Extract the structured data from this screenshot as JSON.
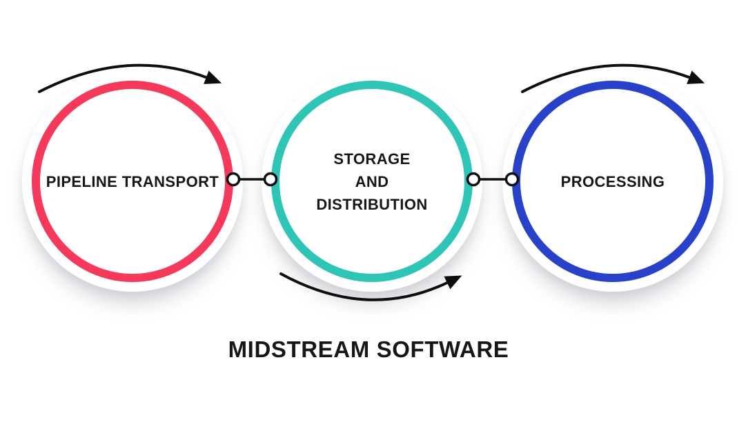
{
  "diagram": {
    "title": "MIDSTREAM SOFTWARE",
    "stages": [
      {
        "name": "pipeline-transport",
        "lines": [
          "PIPELINE TRANSPORT"
        ]
      },
      {
        "name": "storage-and-distribution",
        "lines": [
          "STORAGE",
          "AND",
          "DISTRIBUTION"
        ]
      },
      {
        "name": "processing",
        "lines": [
          "PROCESSING"
        ]
      }
    ],
    "icons": [
      "clockwise-curved-arrow",
      "connector-node"
    ],
    "colors": {
      "stage1": "#F4395B",
      "stage2": "#2EC5B6",
      "stage3": "#2742C9",
      "stroke": "#0E0E0E",
      "text": "#161616",
      "background": "#FFFFFF"
    }
  }
}
